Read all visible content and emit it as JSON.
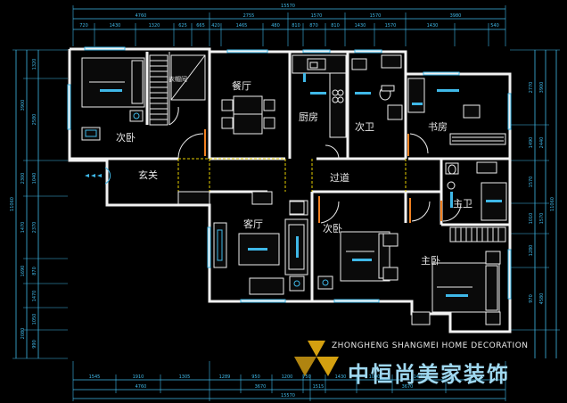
{
  "rooms": {
    "bedroom_nw": "次卧",
    "dining": "餐厅",
    "kitchen": "厨房",
    "bath2": "次卫",
    "study": "书房",
    "foyer": "玄关",
    "corridor": "过道",
    "master_bath": "主卫",
    "living": "客厅",
    "bedroom_mid": "次卧",
    "master_bedroom": "主卧",
    "wardrobe": "衣帽间"
  },
  "dimensions": {
    "top_total": "15570",
    "top_row2": [
      "4760",
      "2755",
      "1570",
      "1570",
      "3980"
    ],
    "top_row1": [
      "720",
      "1430",
      "1320",
      "625",
      "665",
      "420",
      "1465",
      "480",
      "810",
      "870",
      "810",
      "1430",
      "1570",
      "1430",
      "540"
    ],
    "bottom_row1": [
      "1545",
      "1910",
      "1305",
      "1289",
      "950",
      "1200",
      "750",
      "1430",
      "1000",
      "1430"
    ],
    "bottom_row2": [
      "4760",
      "3670",
      "1515",
      "3670"
    ],
    "bottom_total": "15570",
    "left_total": "11060",
    "left_row2": [
      "3900",
      "2300",
      "1470",
      "1690",
      "2080"
    ],
    "left_row1": [
      "1320",
      "2580",
      "1040",
      "2370",
      "870",
      "1470",
      "1050",
      "990"
    ],
    "right_total": "11060",
    "right_row2": [
      "3900",
      "2440",
      "1570",
      "4580"
    ],
    "right_row1": [
      "2770",
      "1490",
      "1570",
      "1010",
      "1280",
      "970"
    ]
  },
  "logo": {
    "english": "ZHONGHENG SHANGMEI HOME DECORATION",
    "chinese": "中恒尚美家装饰"
  },
  "colors": {
    "background": "#000000",
    "dimension_lines": "#3fb8e8",
    "walls": "#f2f2f2",
    "door_frames": "#f08020",
    "opening_dashes": "#e8d000",
    "logo_diamond": "#d4a010"
  }
}
